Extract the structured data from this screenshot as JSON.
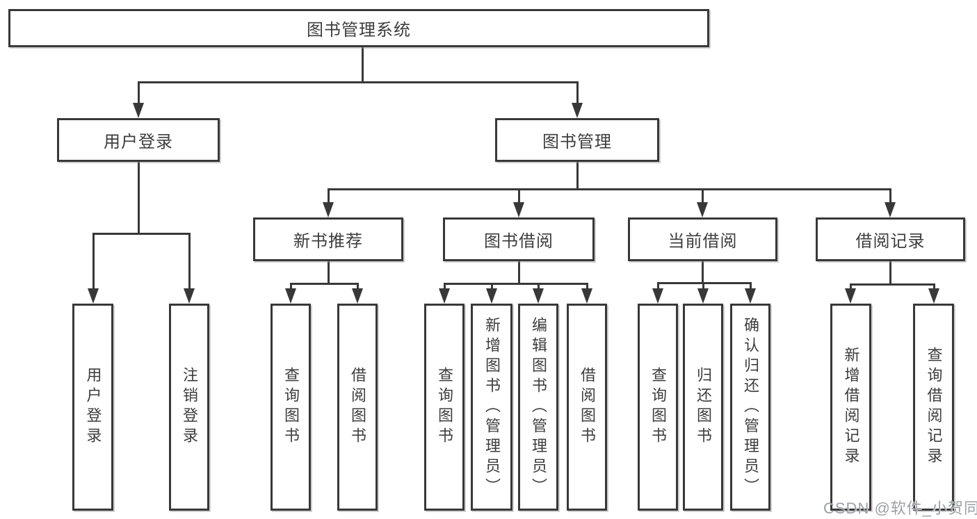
{
  "diagram": {
    "root": {
      "label": "图书管理系统"
    },
    "user_login": {
      "label": "用户登录",
      "children": {
        "login": {
          "label": "用户登录"
        },
        "logout": {
          "label": "注销登录"
        }
      }
    },
    "book_management": {
      "label": "图书管理",
      "sections": {
        "new_book": {
          "label": "新书推荐",
          "children": {
            "query": {
              "label": "查询图书"
            },
            "borrow": {
              "label": "借阅图书"
            }
          }
        },
        "book_borrow": {
          "label": "图书借阅",
          "children": {
            "query": {
              "label": "查询图书"
            },
            "add": {
              "label": "新增图书（管理员）"
            },
            "edit": {
              "label": "编辑图书（管理员）"
            },
            "borrow": {
              "label": "借阅图书"
            }
          }
        },
        "current_borrow": {
          "label": "当前借阅",
          "children": {
            "query": {
              "label": "查询图书"
            },
            "return": {
              "label": "归还图书"
            },
            "confirm": {
              "label": "确认归还（管理员）"
            }
          }
        },
        "borrow_record": {
          "label": "借阅记录",
          "children": {
            "add": {
              "label": "新增借阅记录"
            },
            "query": {
              "label": "查询借阅记录"
            }
          }
        }
      }
    }
  },
  "watermark": {
    "text": "CSDN @软件_小贺同学"
  },
  "style": {
    "line_color": "#383838",
    "text_color": "#3d3d3d",
    "box_background": "#ffffff",
    "watermark_color": "#9aa0a6"
  }
}
